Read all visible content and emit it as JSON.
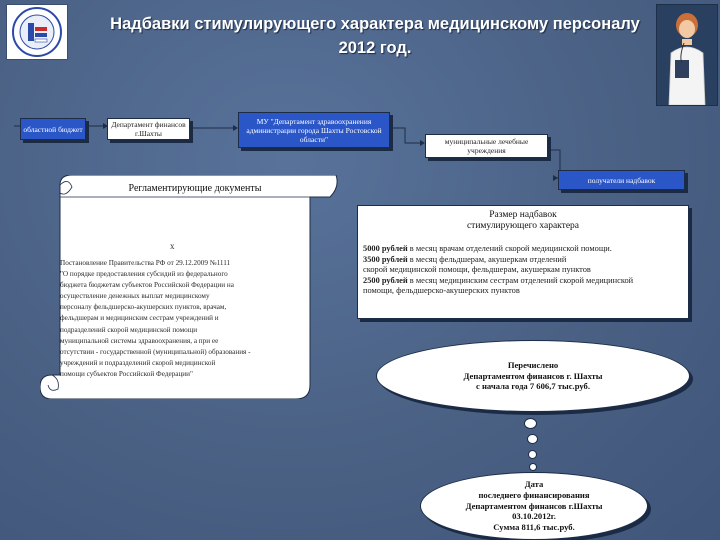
{
  "title": {
    "line1": "Надбавки стимулирующего характера медицинскому персоналу",
    "line2": "2012 год."
  },
  "flow": {
    "regional_budget": "областной бюджет",
    "finance_department": "Департамент финансов г.Шахты",
    "mu_department": "МУ \"Департамент здравоохранения администрации города Шахты Ростовской области\"",
    "municipal_institutions": "муниципальные лечебные учреждения",
    "recipients": "получатели надбавок"
  },
  "regulations": {
    "heading": "Регламентирующие документы",
    "marker": "х",
    "text": "Постановление Правительства РФ от 29.12.2009 №1111\n\"О порядке предоставления субсидий из федерального\nбюджета бюджетам субъектов Российской Федерации на\nосуществление денежных выплат медицинскому\nперсоналу фельдшерско-акушерских пунктов, врачам,\nфельдшерам и медицинским сестрам учреждений и\nподразделений скорой медицинской помощи\nмуниципальной системы здравоохранения, а при ее\nотсутствии - государственной (муниципальной) образования -\nучреждений и подразделений скорой медицинской\nпомощи субъектов Российской Федерации\""
  },
  "allowance": {
    "heading": "Размер надбавок\nстимулирующего характера",
    "lines": [
      {
        "amount": "5000 рублей",
        "text": " в месяц врачам отделений скорой медицинской помощи."
      },
      {
        "amount": "3500 рублей",
        "text": " в месяц фельдшерам, акушеркам отделений"
      },
      {
        "amount": "",
        "text": "скорой медицинской помощи, фельдшерам, акушеркам пунктов"
      },
      {
        "amount": "2500 рублей",
        "text": " в месяц медицинским сестрам отделений скорой медицинской"
      },
      {
        "amount": "",
        "text": "помощи, фельдшерско-акушерских пунктов"
      }
    ]
  },
  "transferred": {
    "line1": "Перечислено",
    "line2": "Департаментом финансов г. Шахты",
    "line3": "с начала года 7 606,7 тыс.руб."
  },
  "last_financing": {
    "line1": "Дата",
    "line2": "последнего финансирования",
    "line3": "Департаментом финансов г.Шахты",
    "line4": "03.10.2012г.",
    "line5": "Сумма  811,6 тыс.руб."
  },
  "colors": {
    "background": "#4a6184",
    "box_blue": "#2a56c8",
    "box_white": "#ffffff"
  },
  "icons": {
    "logo": "ministry-logo-icon",
    "doctor": "doctor-illustration-icon"
  }
}
